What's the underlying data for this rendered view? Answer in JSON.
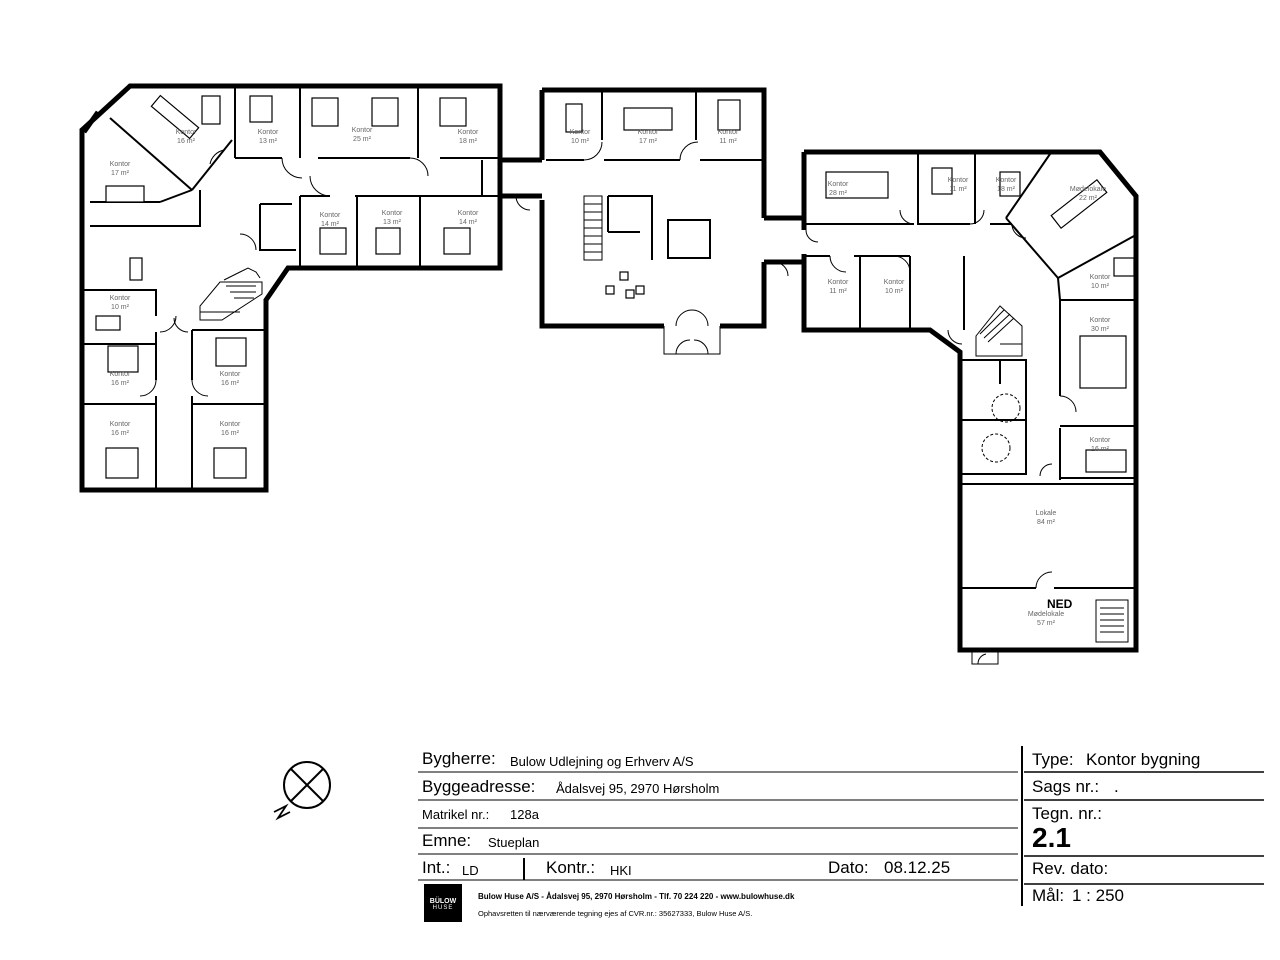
{
  "rooms": [
    {
      "name": "Kontor",
      "area": "13 m²"
    },
    {
      "name": "Kontor",
      "area": "25 m²"
    },
    {
      "name": "Kontor",
      "area": "18 m²"
    },
    {
      "name": "Kontor",
      "area": "16 m²"
    },
    {
      "name": "Kontor",
      "area": "17 m²"
    },
    {
      "name": "Kontor",
      "area": "10 m²"
    },
    {
      "name": "Kontor",
      "area": "17 m²"
    },
    {
      "name": "Kontor",
      "area": "11 m²"
    },
    {
      "name": "Kontor",
      "area": "14 m²"
    },
    {
      "name": "Kontor",
      "area": "13 m²"
    },
    {
      "name": "Kontor",
      "area": "14 m²"
    },
    {
      "name": "Kontor",
      "area": "10 m²"
    },
    {
      "name": "Kontor",
      "area": "16 m²"
    },
    {
      "name": "Kontor",
      "area": "16 m²"
    },
    {
      "name": "Kontor",
      "area": "16 m²"
    },
    {
      "name": "Kontor",
      "area": "16 m²"
    },
    {
      "name": "Kontor",
      "area": "28 m²"
    },
    {
      "name": "Kontor",
      "area": "11 m²"
    },
    {
      "name": "Kontor",
      "area": "18 m²"
    },
    {
      "name": "Mødelokale",
      "area": "22 m²"
    },
    {
      "name": "Kontor",
      "area": "11 m²"
    },
    {
      "name": "Kontor",
      "area": "10 m²"
    },
    {
      "name": "Kontor",
      "area": "10 m²"
    },
    {
      "name": "Kontor",
      "area": "30 m²"
    },
    {
      "name": "Kontor",
      "area": "16 m²"
    },
    {
      "name": "Lokale",
      "area": "84 m²"
    },
    {
      "name": "Mødelokale",
      "area": "57 m²"
    }
  ],
  "stair_label": "NED",
  "title_block": {
    "bygherre_label": "Bygherre:",
    "bygherre_value": "Bulow Udlejning og Erhverv A/S",
    "adresse_label": "Byggeadresse:",
    "adresse_value": "Ådalsvej 95, 2970 Hørsholm",
    "matrikel_label": "Matrikel nr.:",
    "matrikel_value": "128a",
    "emne_label": "Emne:",
    "emne_value": "Stueplan",
    "int_label": "Int.:",
    "int_value": "LD",
    "kontr_label": "Kontr.:",
    "kontr_value": "HKI",
    "dato_label": "Dato:",
    "dato_value": "08.12.25",
    "type_label": "Type:",
    "type_value": "Kontor bygning",
    "sags_label": "Sags nr.:",
    "sags_value": ".",
    "tegn_label": "Tegn. nr.:",
    "tegn_value": "2.1",
    "rev_label": "Rev. dato:",
    "maal_label": "Mål:",
    "maal_value": "1 : 250",
    "logo_line1": "BÜLOW",
    "logo_line2": "HUSE",
    "footer_line1": "Bulow Huse A/S - Ådalsvej 95, 2970 Hørsholm - Tlf. 70 224 220 - www.bulowhuse.dk",
    "footer_line2": "Ophavsretten til nærværende tegning ejes af CVR.nr.: 35627333, Bulow Huse A/S."
  },
  "colors": {
    "walls": "#000000",
    "room_labels": "#666666",
    "background": "#ffffff"
  },
  "icons": [
    "north-arrow-icon",
    "stair-icon",
    "door-icon",
    "desk-icon"
  ]
}
